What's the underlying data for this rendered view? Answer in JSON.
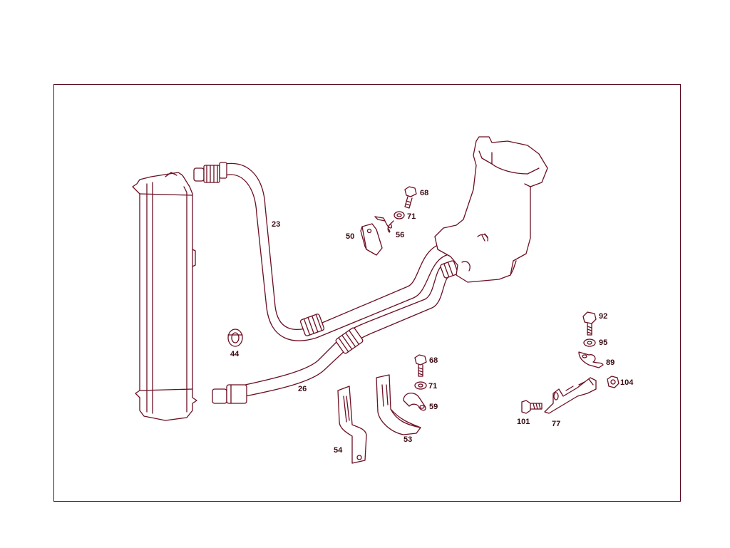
{
  "diagram": {
    "colors": {
      "line": "#6b0f22",
      "label": "#3a0a12",
      "frame": "#5a0a1e"
    },
    "parts": {
      "p23": "23",
      "p26": "26",
      "p44": "44",
      "p50": "50",
      "p56": "56",
      "p68a": "68",
      "p71a": "71",
      "p68b": "68",
      "p71b": "71",
      "p59": "59",
      "p53": "53",
      "p54": "54",
      "p92": "92",
      "p95": "95",
      "p89": "89",
      "p104": "104",
      "p101": "101",
      "p77": "77"
    },
    "components": [
      "oil-cooler",
      "oil-line-23",
      "oil-line-26",
      "grommet-44",
      "bracket-50",
      "clamp-56",
      "bolt-68",
      "washer-71",
      "clamp-59",
      "bracket-53",
      "bracket-54",
      "bolt-92",
      "washer-95",
      "clamp-89",
      "nut-104",
      "bolt-101",
      "bracket-77",
      "oil-filter-housing"
    ]
  }
}
